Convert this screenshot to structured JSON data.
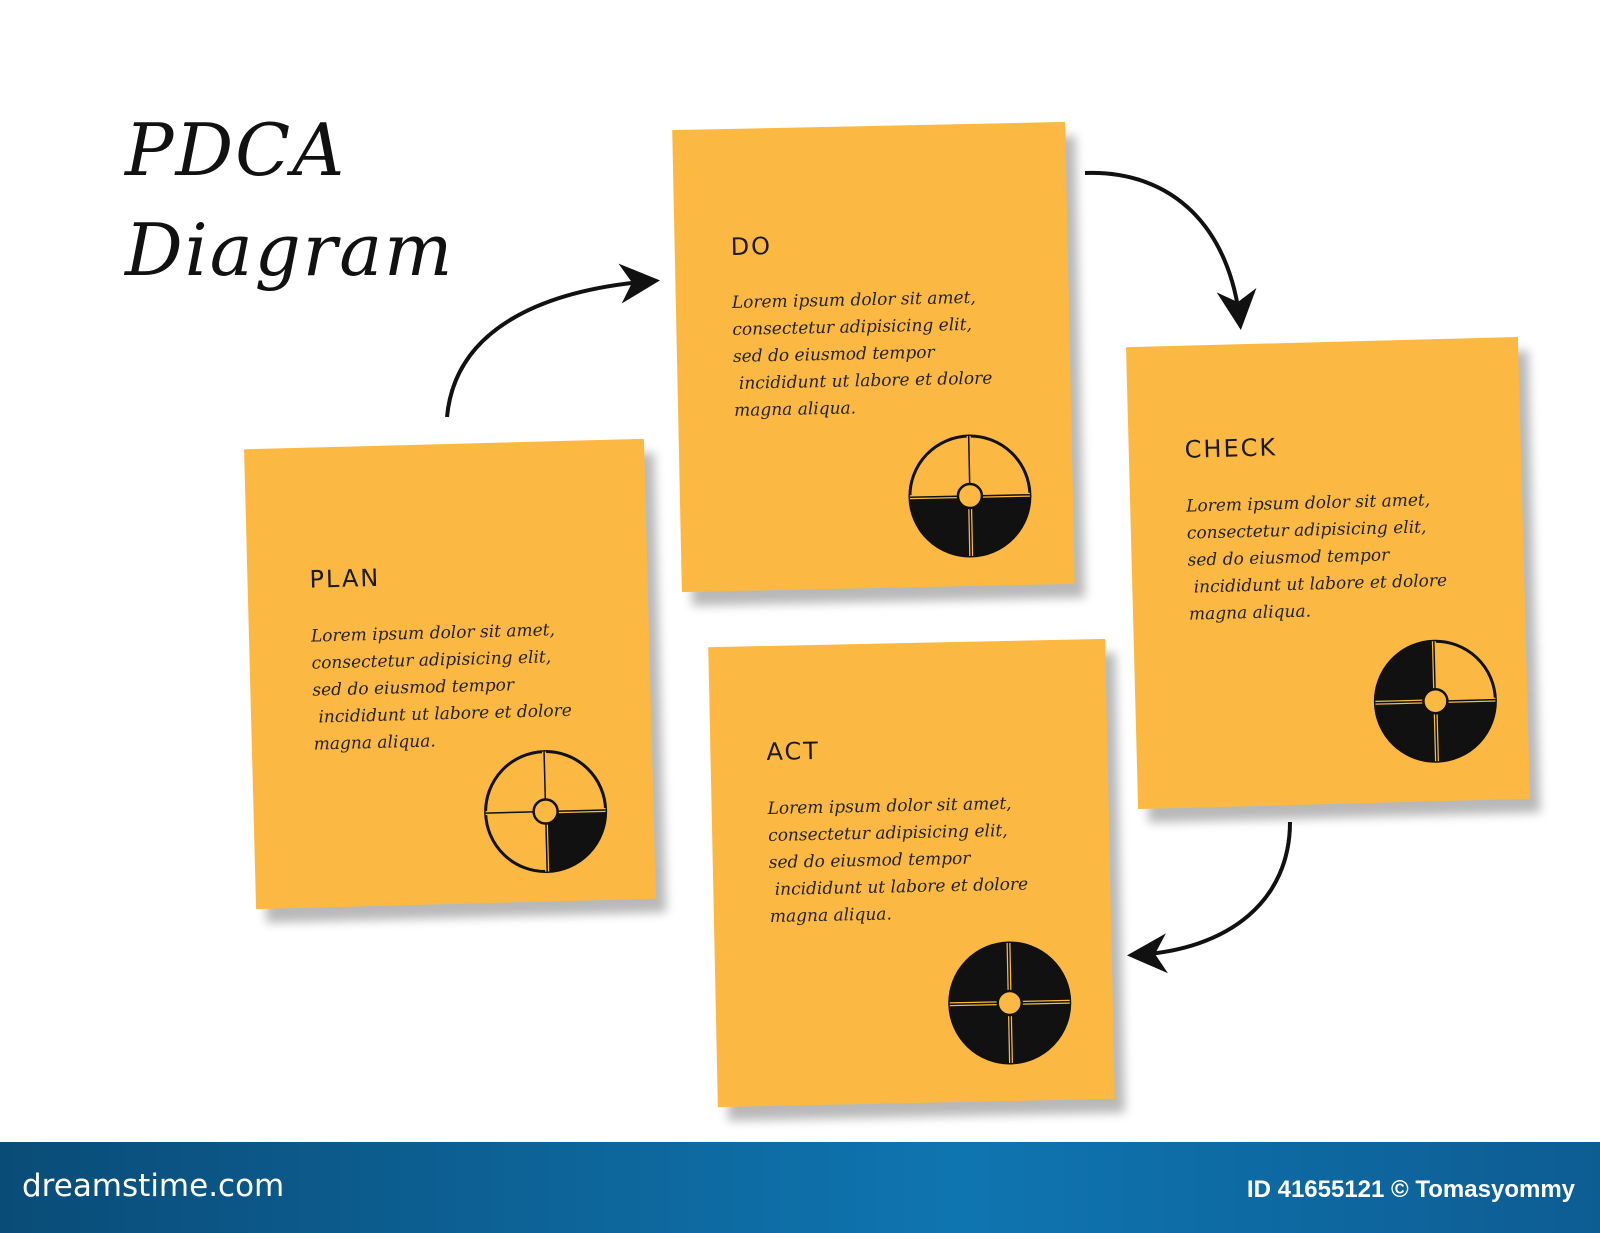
{
  "title": {
    "line1": "PDCA",
    "line2": "Diagram"
  },
  "colors": {
    "note": "#FBB944",
    "ink": "#111111",
    "footer": "#0f75b0"
  },
  "notes": {
    "plan": {
      "label": "PLAN",
      "body": "Lorem ipsum dolor sit amet,\nconsectetur adipisicing elit,\nsed do eiusmod tempor\n incididunt ut labore et dolore\nmagna aliqua.",
      "filled_quarters": 1
    },
    "do": {
      "label": "DO",
      "body": "Lorem ipsum dolor sit amet,\nconsectetur adipisicing elit,\nsed do eiusmod tempor\n incididunt ut labore et dolore\nmagna aliqua.",
      "filled_quarters": 2
    },
    "check": {
      "label": "CHECK",
      "body": "Lorem ipsum dolor sit amet,\nconsectetur adipisicing elit,\nsed do eiusmod tempor\n incididunt ut labore et dolore\nmagna aliqua.",
      "filled_quarters": 3
    },
    "act": {
      "label": "ACT",
      "body": "Lorem ipsum dolor sit amet,\nconsectetur adipisicing elit,\nsed do eiusmod tempor\n incididunt ut labore et dolore\nmagna aliqua.",
      "filled_quarters": 4
    }
  },
  "footer": {
    "brand": "dreamstime.com",
    "credit": "ID 41655121 © Tomasyommy"
  }
}
